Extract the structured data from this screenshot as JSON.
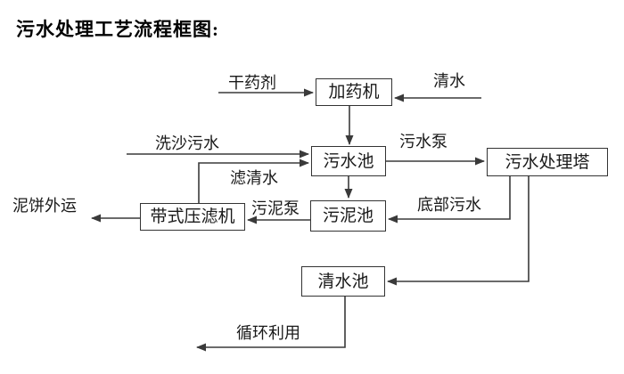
{
  "title": "污水处理工艺流程框图:",
  "diagram": {
    "nodes": [
      {
        "id": "dosing-machine",
        "label": "加药机"
      },
      {
        "id": "sewage-pool",
        "label": "污水池"
      },
      {
        "id": "sewage-treatment-tower",
        "label": "污水处理塔"
      },
      {
        "id": "sludge-pool",
        "label": "污泥池"
      },
      {
        "id": "belt-filter-press",
        "label": "带式压滤机"
      },
      {
        "id": "clean-water-pool",
        "label": "清水池"
      }
    ],
    "edge_labels": [
      {
        "id": "dry-agent",
        "text": "干药剂"
      },
      {
        "id": "clean-water-feed",
        "text": "清水"
      },
      {
        "id": "sand-washing-sewage",
        "text": "洗沙污水"
      },
      {
        "id": "sewage-pump",
        "text": "污水泵"
      },
      {
        "id": "filtered-water",
        "text": "滤清水"
      },
      {
        "id": "bottom-sewage",
        "text": "底部污水"
      },
      {
        "id": "sludge-pump",
        "text": "污泥泵"
      },
      {
        "id": "mud-cake-outbound",
        "text": "泥饼外运"
      },
      {
        "id": "recycle-use",
        "text": "循环利用"
      }
    ],
    "colors": {
      "background": "#ffffff",
      "line": "#3a3a3a",
      "box_border": "#333333",
      "text": "#1a1a1a"
    }
  }
}
